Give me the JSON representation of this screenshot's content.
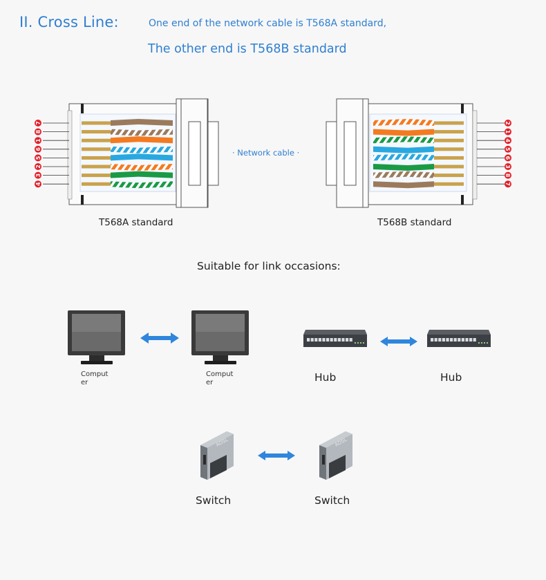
{
  "header": {
    "title": "II. Cross Line:",
    "line1": "One end of the network cable is T568A standard,",
    "line2": "The other end is T568B standard"
  },
  "connector_a": {
    "label": "T568A standard",
    "pins": [
      "7",
      "8",
      "1",
      "6",
      "5",
      "2",
      "3",
      "4"
    ]
  },
  "connector_b": {
    "label": "T568B standard",
    "pins": [
      "2",
      "1",
      "4",
      "5",
      "6",
      "3",
      "8",
      "7"
    ]
  },
  "cable_label": "· Network cable ·",
  "occasions_label": "Suitable for link occasions:",
  "devices": {
    "computer_1": "Comput er",
    "computer_2": "Comput er",
    "hub_1": "Hub",
    "hub_2": "Hub",
    "switch_1": "Switch",
    "switch_2": "Switch"
  },
  "colors": {
    "accent": "#2f7fd0",
    "pin_badge": "#e2202a",
    "orange": "#f47a20",
    "green": "#1a9a45",
    "blue": "#29a8e0",
    "brown": "#9b7a5c",
    "gold": "#c9a24a",
    "arrow": "#2f86dc"
  }
}
